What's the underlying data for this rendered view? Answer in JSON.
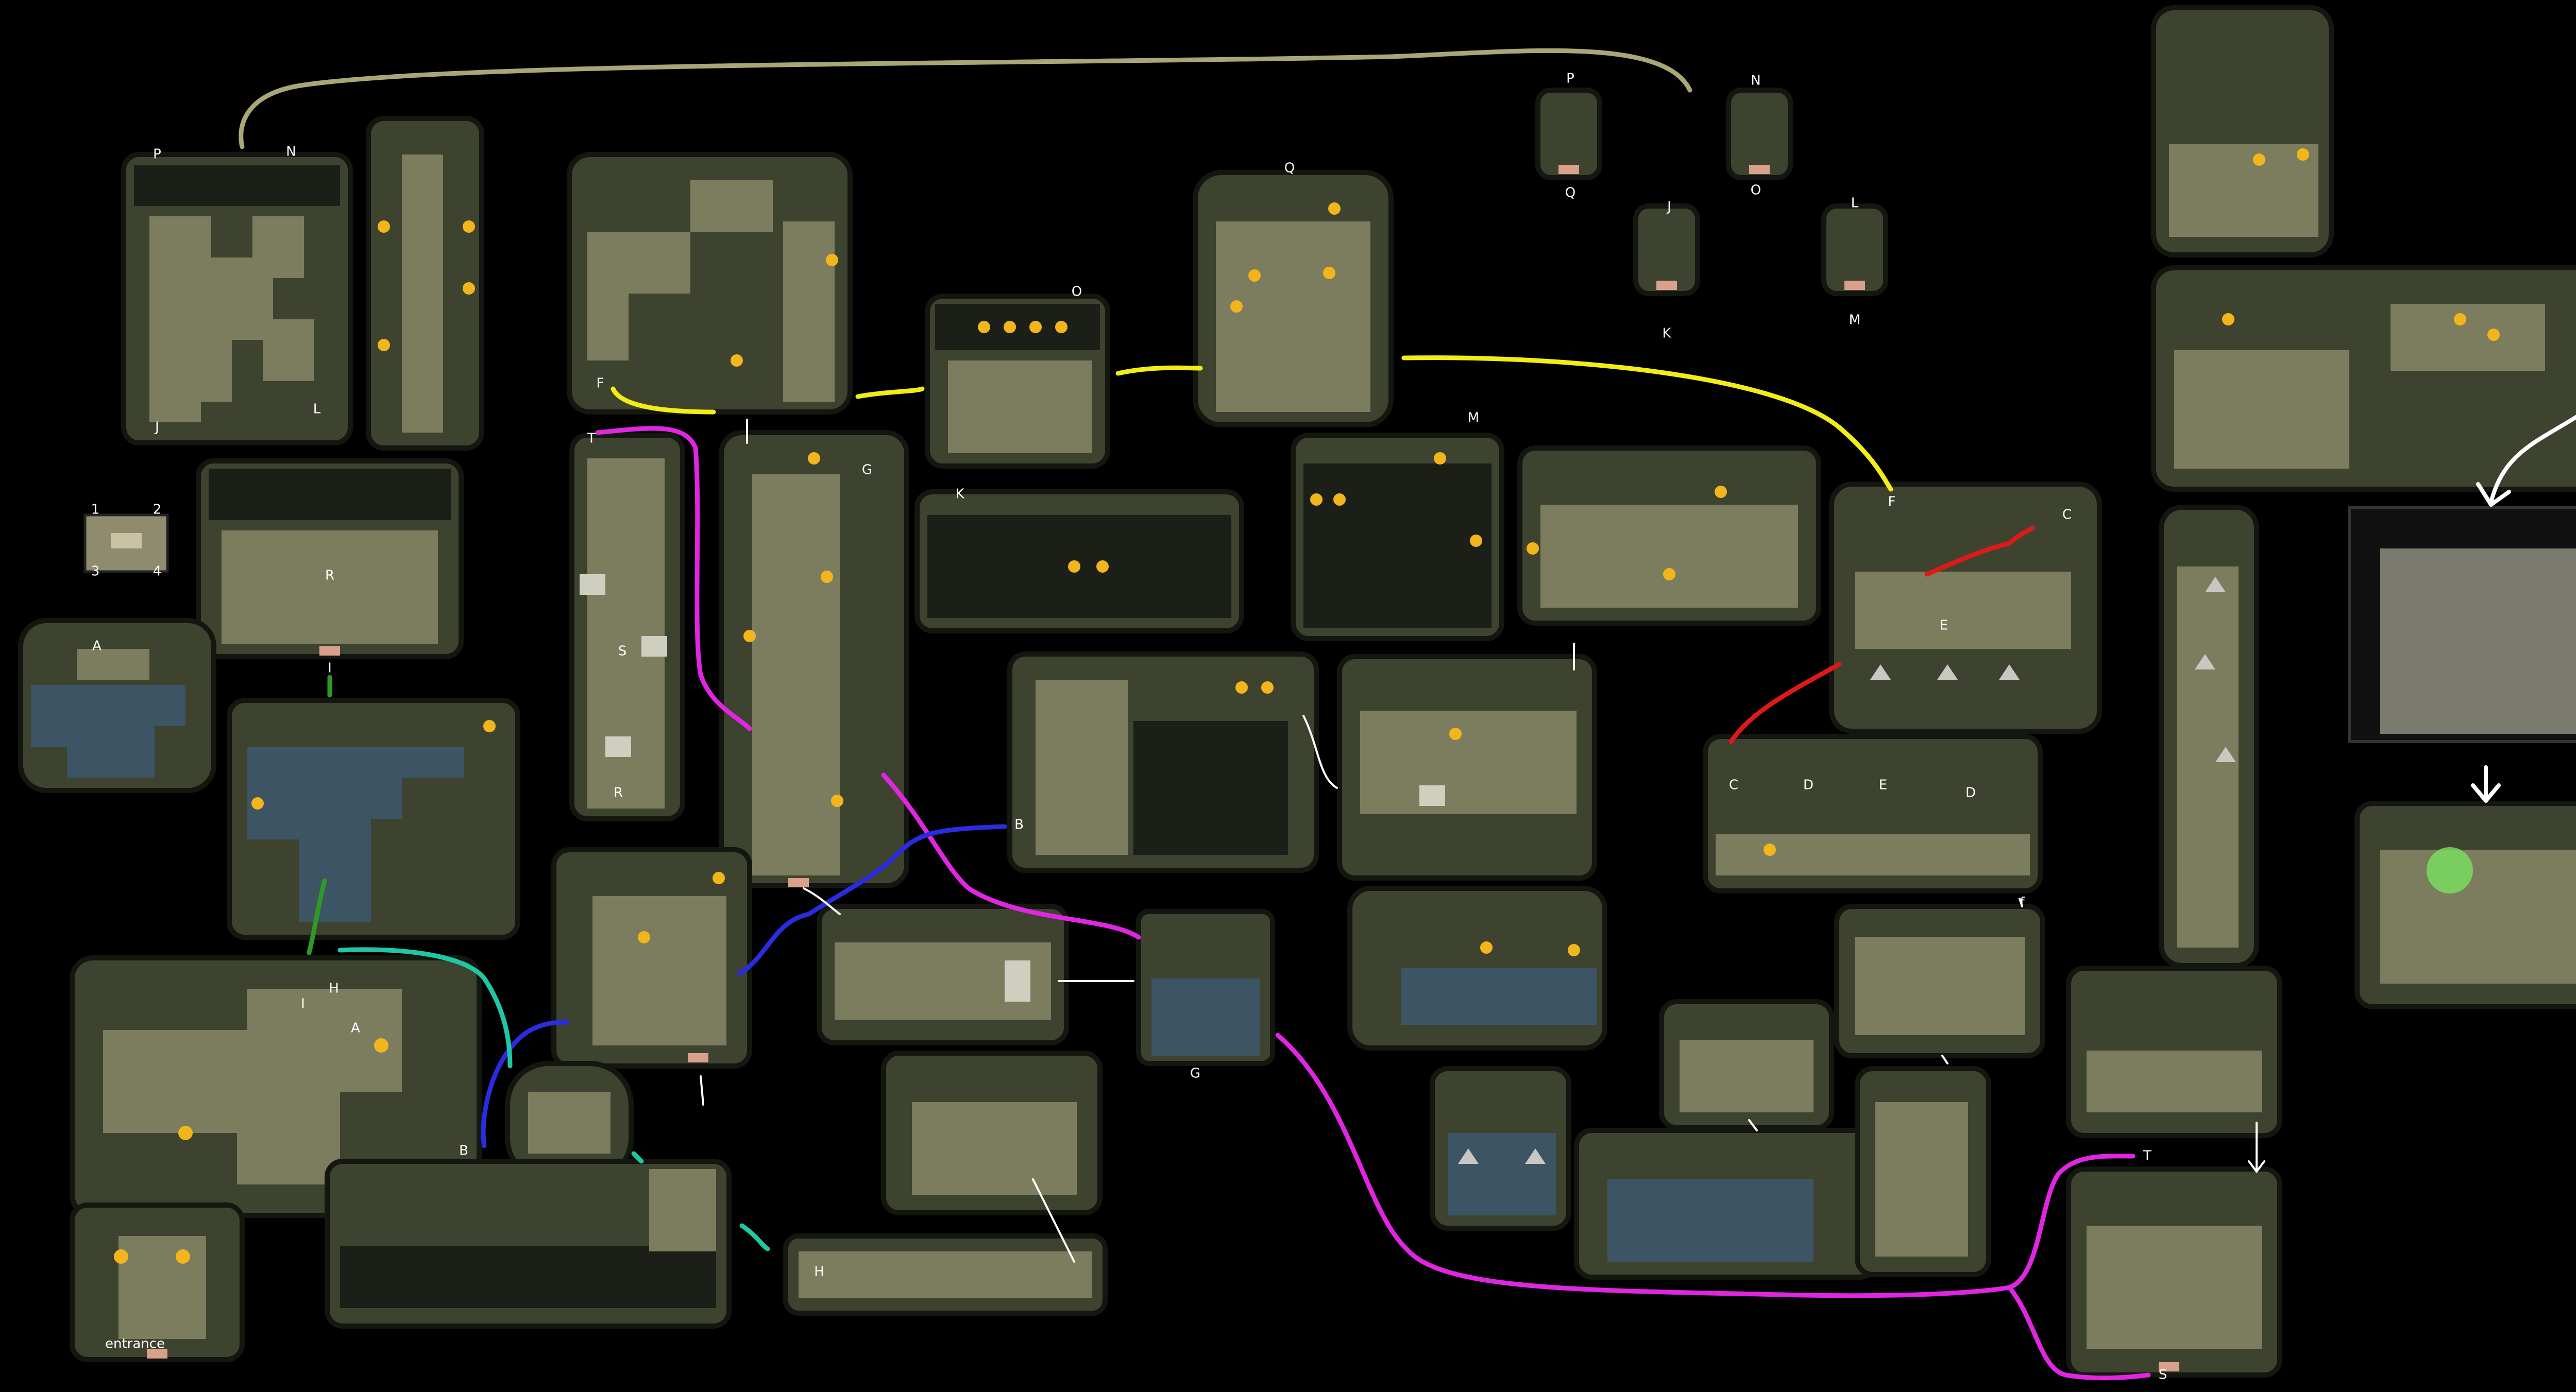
{
  "map": {
    "background": "#000000",
    "colors": {
      "khaki": "#a9a777",
      "yellow": "#f2ee15",
      "magenta": "#e026e0",
      "blue": "#2a2ce0",
      "red": "#dd1a1a",
      "green": "#2e9a26",
      "teal": "#20c7a6",
      "white": "#ffffff"
    },
    "labels": {
      "entrance": "entrance",
      "A1": "A",
      "A2": "A",
      "B1": "B",
      "B2": "B",
      "C1": "C",
      "C2": "C",
      "D1": "D",
      "D2": "D",
      "E1": "E",
      "E2": "E",
      "F1": "F",
      "F2": "F",
      "F3": "f",
      "G1": "G",
      "G2": "G",
      "H1": "H",
      "H2": "H",
      "I1": "I",
      "I2": "I",
      "J1": "J",
      "J2": "J",
      "K1": "K",
      "K2": "K",
      "L1": "L",
      "L2": "L",
      "M1": "M",
      "M2": "M",
      "N1": "N",
      "N2": "N",
      "O1": "O",
      "O2": "O",
      "P1": "P",
      "P2": "P",
      "Q1": "Q",
      "Q2": "Q",
      "R1": "R",
      "R2": "R",
      "S1": "S",
      "S2": "S",
      "T1": "T",
      "T2": "T",
      "n1": "1",
      "n2": "2",
      "n3": "3",
      "n4": "4"
    }
  }
}
